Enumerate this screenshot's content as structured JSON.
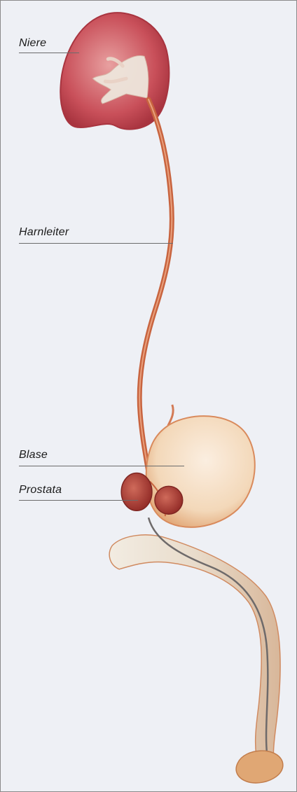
{
  "diagram": {
    "labels": {
      "niere": "Niere",
      "harnleiter": "Harnleiter",
      "blase": "Blase",
      "prostata": "Prostata"
    },
    "colors": {
      "kidney": "#c9505a",
      "kidney_inner": "#eee6dc",
      "ureter": "#c8643f",
      "bladder": "#f3d8b9",
      "prostate": "#a53b35",
      "urethra": "#eadfcf",
      "paper": "#eef0f5"
    }
  }
}
